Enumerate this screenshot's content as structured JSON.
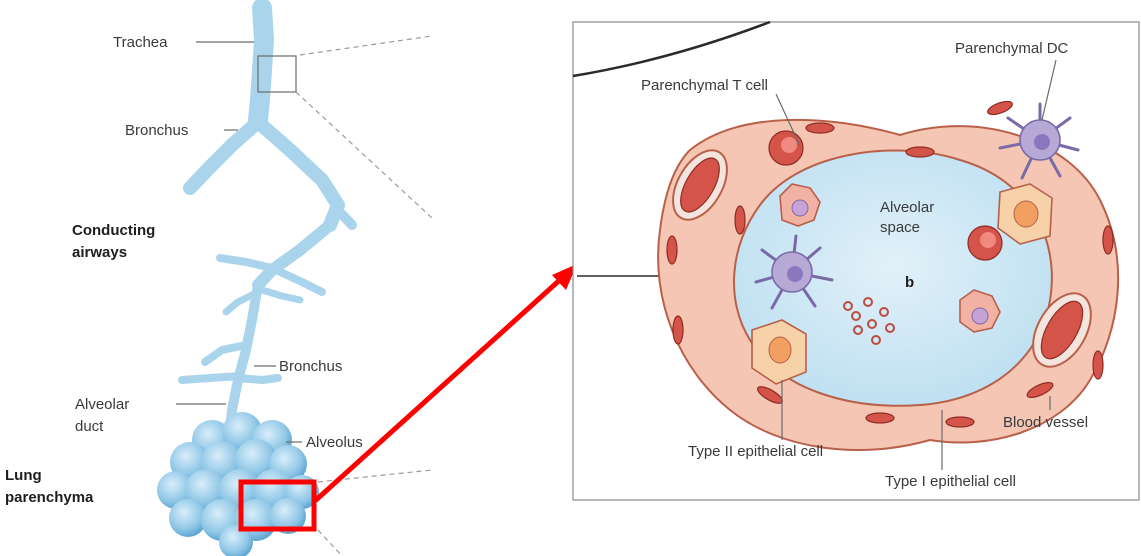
{
  "left_panel": {
    "labels": {
      "trachea": "Trachea",
      "bronchus_upper": "Bronchus",
      "conducting_line1": "Conducting",
      "conducting_line2": "airways",
      "bronchus_lower": "Bronchus",
      "alveolar_duct_line1": "Alveolar",
      "alveolar_duct_line2": "duct",
      "alveolus": "Alveolus",
      "lung_line1": "Lung",
      "lung_line2": "parenchyma"
    }
  },
  "right_panel": {
    "labels": {
      "parenchymal_dc": "Parenchymal DC",
      "parenchymal_t_cell": "Parenchymal T cell",
      "alveolar_space_line1": "Alveolar",
      "alveolar_space_line2": "space",
      "panel_letter": "b",
      "blood_vessel": "Blood vessel",
      "type2_cell": "Type II epithelial cell",
      "type1_cell": "Type I epithelial cell"
    }
  },
  "colors": {
    "airway": "#a9d4ec",
    "alveolar_space": "#cfe7f4",
    "highlight_box": "#ff0000",
    "arrow": "#ff0000",
    "epithelium": "#f2b8a3",
    "red_blood_cell": "#d4544a",
    "dendritic_cell": "#b7a9d6",
    "type2_cell": "#f7d2a8"
  }
}
